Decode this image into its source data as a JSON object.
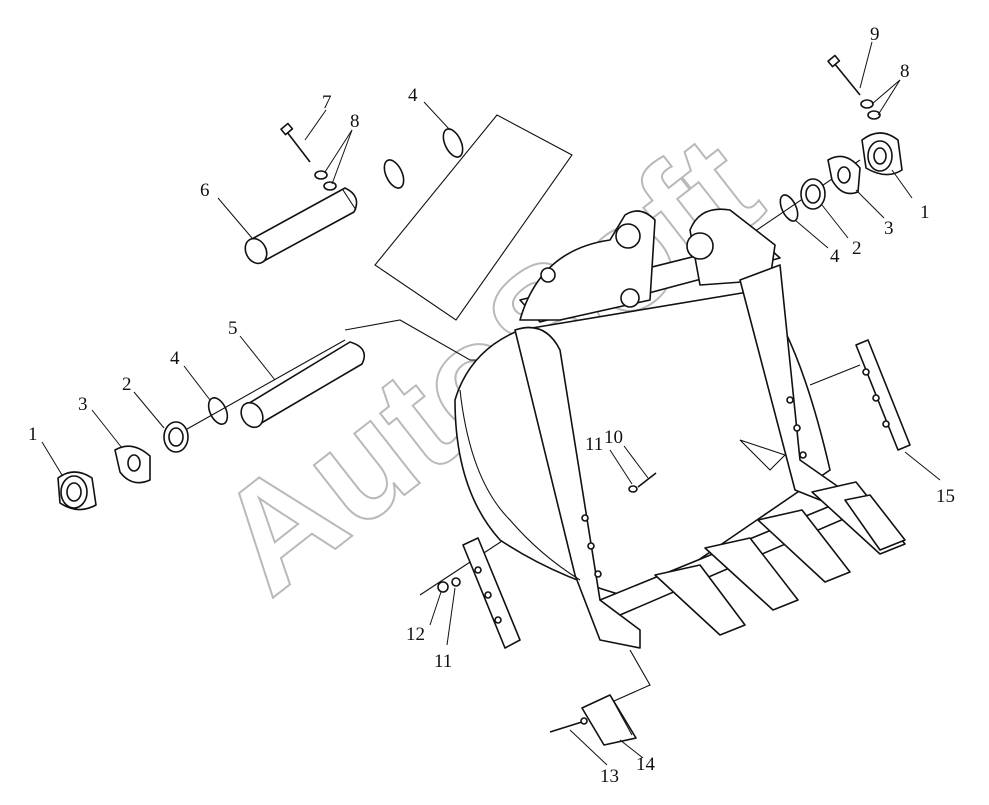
{
  "watermark": "AutoSoft",
  "callouts": [
    {
      "id": "c-9",
      "text": "9"
    },
    {
      "id": "c-8-right",
      "text": "8"
    },
    {
      "id": "c-7",
      "text": "7"
    },
    {
      "id": "c-8-left",
      "text": "8"
    },
    {
      "id": "c-4-top",
      "text": "4"
    },
    {
      "id": "c-6",
      "text": "6"
    },
    {
      "id": "c-1-right",
      "text": "1"
    },
    {
      "id": "c-3-right",
      "text": "3"
    },
    {
      "id": "c-2-right",
      "text": "2"
    },
    {
      "id": "c-4-right",
      "text": "4"
    },
    {
      "id": "c-5",
      "text": "5"
    },
    {
      "id": "c-4-left",
      "text": "4"
    },
    {
      "id": "c-2-left",
      "text": "2"
    },
    {
      "id": "c-3-left",
      "text": "3"
    },
    {
      "id": "c-1-left",
      "text": "1"
    },
    {
      "id": "c-11-top",
      "text": "11"
    },
    {
      "id": "c-10",
      "text": "10"
    },
    {
      "id": "c-15",
      "text": "15"
    },
    {
      "id": "c-12",
      "text": "12"
    },
    {
      "id": "c-11-bottom",
      "text": "11"
    },
    {
      "id": "c-13",
      "text": "13"
    },
    {
      "id": "c-14",
      "text": "14"
    }
  ]
}
